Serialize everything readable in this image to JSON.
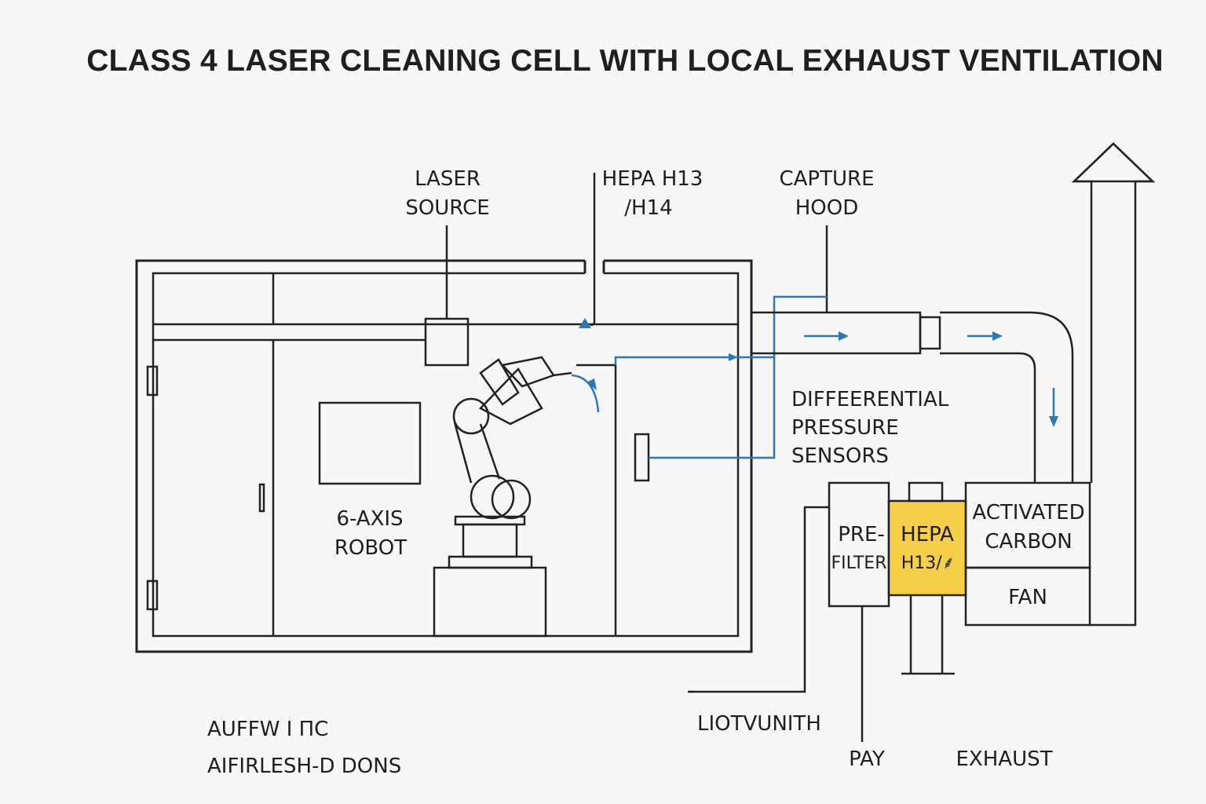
{
  "title": "CLASS 4 LASER CLEANING CELL WITH LOCAL EXHAUST VENTILATION",
  "colors": {
    "line": "#222222",
    "flow_arrow": "#2b78b5",
    "hepa_fill": "#f5cf47",
    "background": "#f7f7f7"
  },
  "labels": {
    "laser_source": [
      "LASER",
      "SOURCE"
    ],
    "hepa_top": [
      "HEPA H13",
      "/H14"
    ],
    "capture_hood": [
      "CAPTURE",
      "HOOD"
    ],
    "robot": [
      "6-AXIS",
      "ROBOT"
    ],
    "sensors": [
      "DIFFEERENTIAL",
      "PRESSURE",
      "SENSORS"
    ],
    "pre_filter": [
      "PRE-",
      "FILTER"
    ],
    "hepa_box": [
      "HEPA",
      "H13/⸙"
    ],
    "carbon": [
      "ACTIVATED",
      "CARBON"
    ],
    "fan": "FAN",
    "bottom_left": [
      "AUFFW   I   ΠC",
      "AIFIRLESH-D DONS"
    ],
    "liotvunith": "LIOTVUNITH",
    "pay": "PAY",
    "exhaust": "EXHAUST"
  },
  "icons": [
    "robot-arm-icon",
    "flow-arrow-icon",
    "exhaust-stack-arrow-icon"
  ]
}
